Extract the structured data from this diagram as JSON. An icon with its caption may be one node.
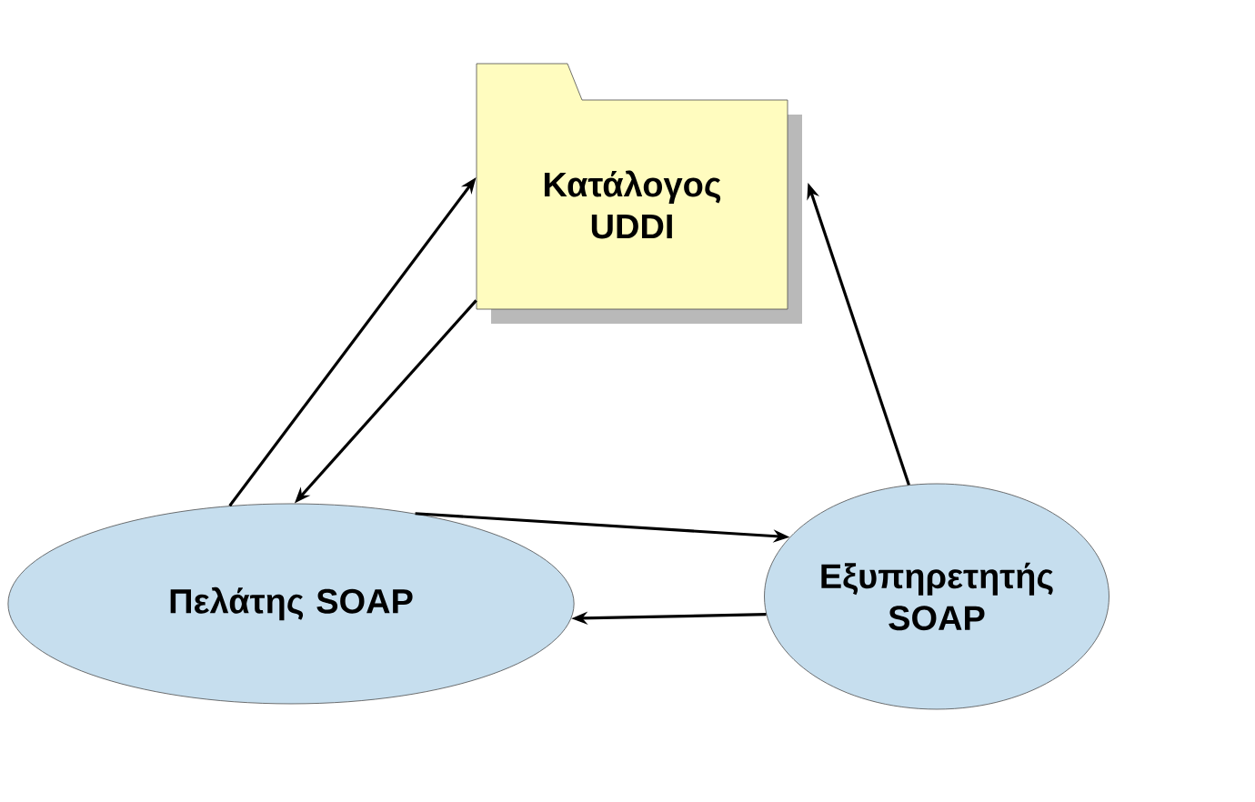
{
  "diagram": {
    "nodes": [
      {
        "text": [
          "Κατάλογος UDDI"
        ]
      },
      {
        "text": [
          "Πελάτης SOAP"
        ]
      },
      {
        "text": [
          "Εξυπηρετητής SOAP"
        ]
      }
    ],
    "edges": [
      {
        "from": 1,
        "to": 0,
        "arrow": "to"
      },
      {
        "from": 0,
        "to": 1,
        "arrow": "to"
      },
      {
        "from": 1,
        "to": 2,
        "arrow": "to"
      },
      {
        "from": 2,
        "to": 1,
        "arrow": "to"
      },
      {
        "from": 2,
        "to": 0,
        "arrow": "to"
      }
    ]
  }
}
